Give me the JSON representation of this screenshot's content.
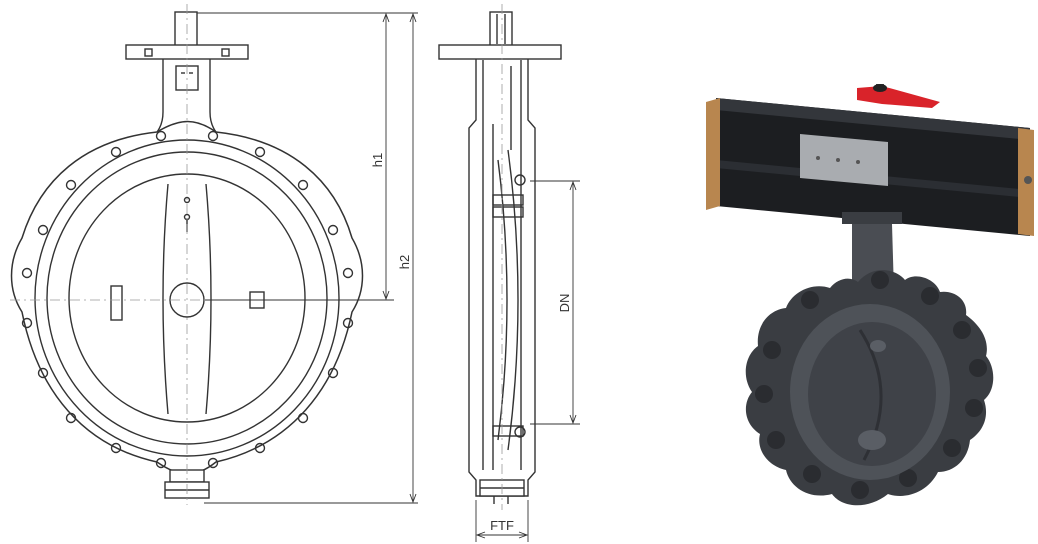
{
  "drawing": {
    "dimensions": {
      "h1": "h1",
      "h2": "h2",
      "dn": "DN",
      "ftf": "FTF"
    }
  },
  "colors": {
    "line": "#333333",
    "centerline": "#999999",
    "body": "#3a3d42",
    "body_light": "#5a5e65",
    "actuator": "#1c1e21",
    "endcap": "#b8864f",
    "lever": "#d9232a",
    "plate": "#a9acb0"
  }
}
